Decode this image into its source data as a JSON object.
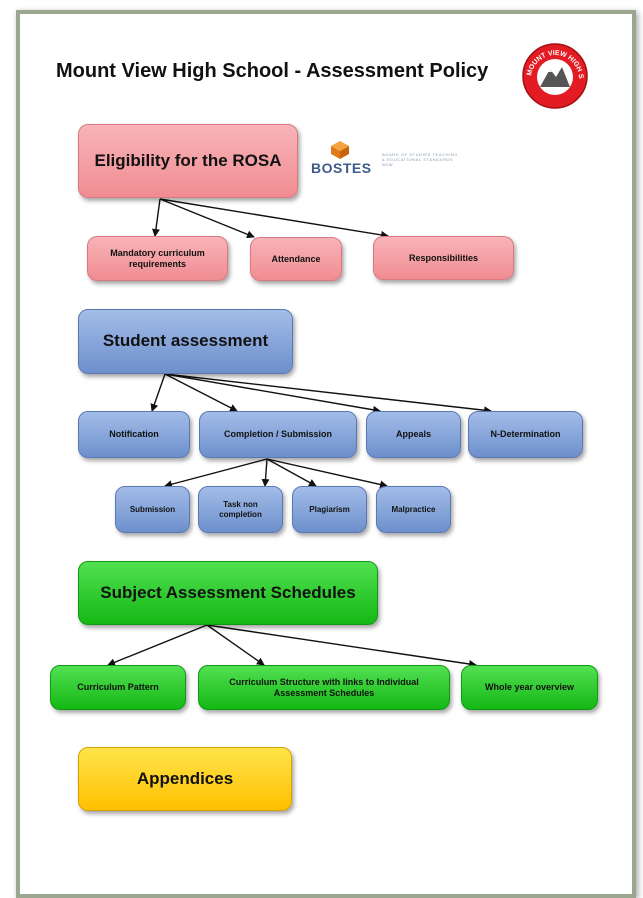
{
  "title": "Mount View High School - Assessment Policy",
  "logo": {
    "text": "MOUNT VIEW HIGH SCHOOL"
  },
  "bostes": {
    "wordmark": "BOSTES",
    "tagline": "BOARD OF STUDIES TEACHING & EDUCATIONAL STANDARDS NSW"
  },
  "nodes": {
    "rosa": "Eligibility for the ROSA",
    "mandatory": "Mandatory curriculum requirements",
    "attendance": "Attendance",
    "responsibilities": "Responsibilities",
    "student_assessment": "Student assessment",
    "notification": "Notification",
    "completion": "Completion / Submission",
    "appeals": "Appeals",
    "n_determination": "N-Determination",
    "submission": "Submission",
    "task_non_completion": "Task non completion",
    "plagiarism": "Plagiarism",
    "malpractice": "Malpractice",
    "subject_schedules": "Subject Assessment Schedules",
    "curriculum_pattern": "Curriculum Pattern",
    "curriculum_structure": "Curriculum Structure with links to Individual Assessment Schedules",
    "whole_year": "Whole year overview",
    "appendices": "Appendices"
  },
  "colors": {
    "red": "#f4a0a6",
    "blue": "#86a3d8",
    "green": "#22c922",
    "yellow": "#ffd21f",
    "logo_red": "#e31b23"
  }
}
